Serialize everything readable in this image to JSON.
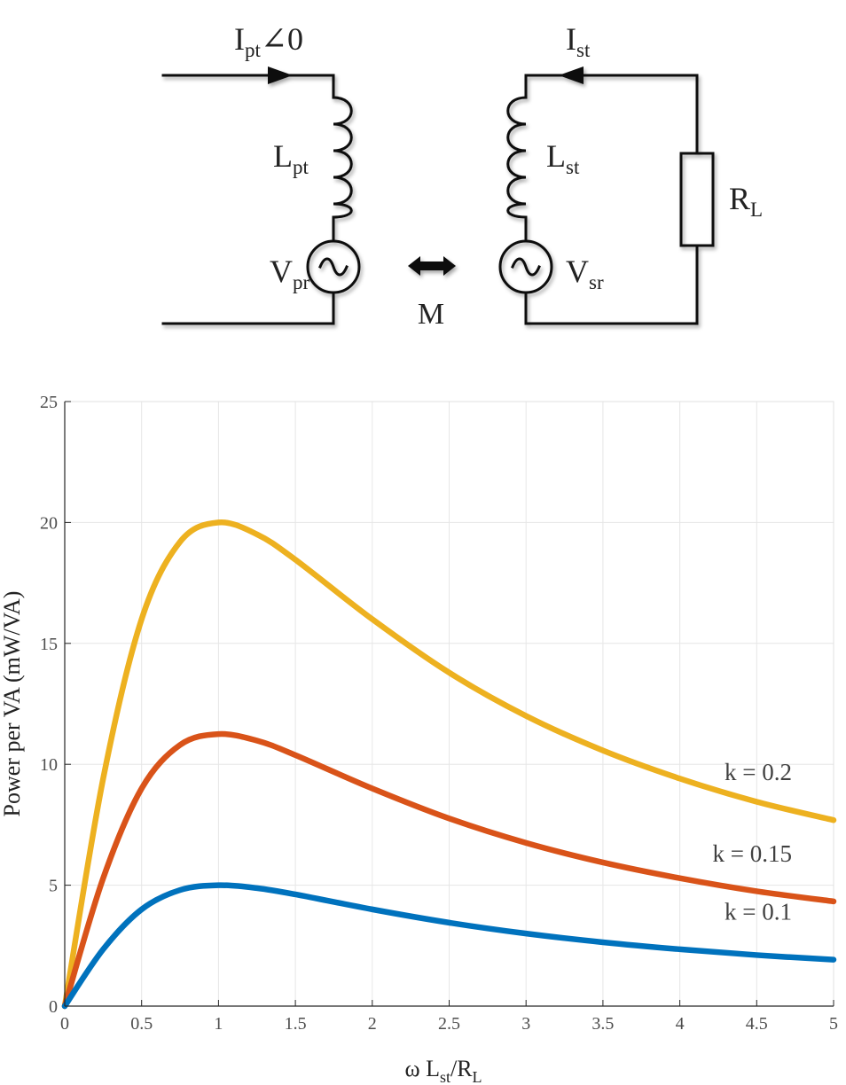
{
  "circuit": {
    "primary_current": {
      "main": "I",
      "sub": "pt",
      "suffix": "∠0"
    },
    "secondary_current": {
      "main": "I",
      "sub": "st"
    },
    "primary_inductor": {
      "main": "L",
      "sub": "pt"
    },
    "secondary_inductor": {
      "main": "L",
      "sub": "st"
    },
    "primary_source": {
      "main": "V",
      "sub": "pr"
    },
    "secondary_source": {
      "main": "V",
      "sub": "sr"
    },
    "load_resistor": {
      "main": "R",
      "sub": "L"
    },
    "mutual_label": "M"
  },
  "chart_data": {
    "type": "line",
    "xlabel": {
      "pre": "ω L",
      "sub1": "st",
      "mid": "/R",
      "sub2": "L"
    },
    "ylabel": "Power per VA (mW/VA)",
    "xlim": [
      0,
      5
    ],
    "ylim": [
      0,
      25
    ],
    "xticks": [
      0,
      0.5,
      1,
      1.5,
      2,
      2.5,
      3,
      3.5,
      4,
      4.5,
      5
    ],
    "yticks": [
      0,
      5,
      10,
      15,
      20,
      25
    ],
    "grid": true,
    "x": [
      0,
      0.25,
      0.5,
      0.75,
      1,
      1.25,
      1.5,
      2,
      2.5,
      3,
      3.5,
      4,
      4.5,
      5
    ],
    "series": [
      {
        "name": "k = 0.2",
        "color": "#EDB120",
        "values": [
          0,
          9.41,
          16.0,
          19.2,
          20.0,
          19.51,
          18.46,
          16.0,
          13.79,
          12.0,
          10.57,
          9.41,
          8.45,
          7.69
        ]
      },
      {
        "name": "k = 0.15",
        "color": "#D95319",
        "values": [
          0,
          5.29,
          9.0,
          10.8,
          11.25,
          10.98,
          10.38,
          9.0,
          7.76,
          6.75,
          5.94,
          5.29,
          4.75,
          4.33
        ]
      },
      {
        "name": "k = 0.1",
        "color": "#0072BD",
        "values": [
          0,
          2.35,
          4.0,
          4.8,
          5.0,
          4.88,
          4.62,
          4.0,
          3.45,
          3.0,
          2.64,
          2.35,
          2.11,
          1.92
        ]
      }
    ]
  }
}
